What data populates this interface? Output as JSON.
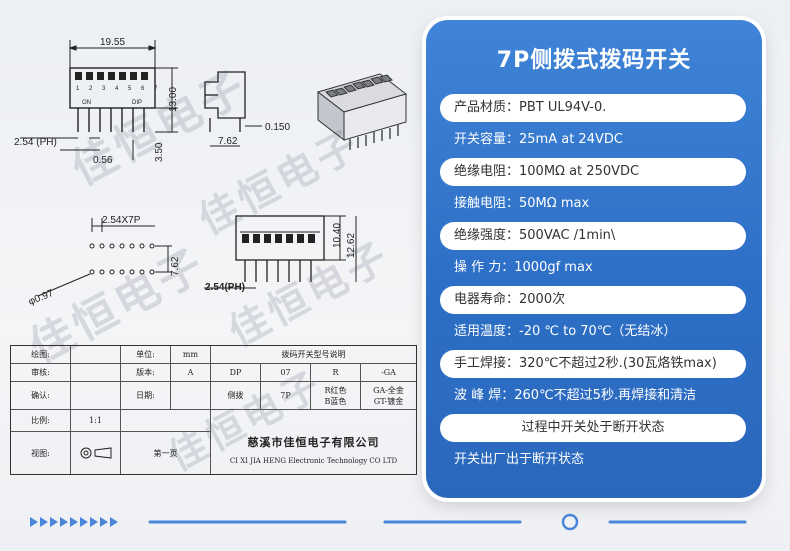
{
  "card": {
    "title": "7P侧拨式拨码开关",
    "rows": [
      {
        "text": "产品材质：PBT UL94V-0.",
        "style": "white"
      },
      {
        "text": "开关容量：25mA at 24VDC",
        "style": "blue"
      },
      {
        "text": "绝缘电阻：100MΩ at 250VDC",
        "style": "white"
      },
      {
        "text": "接触电阻：50MΩ max",
        "style": "blue"
      },
      {
        "text": "绝缘强度：500VAC /1min\\",
        "style": "white"
      },
      {
        "text": "操 作 力：1000gf max",
        "style": "blue"
      },
      {
        "text": "电器寿命：2000次",
        "style": "white"
      },
      {
        "text": "适用温度：-20 ℃ to 70℃（无结冰）",
        "style": "blue"
      },
      {
        "text": "手工焊接：320℃不超过2秒.(30瓦烙铁max)",
        "style": "white"
      },
      {
        "text": "波 峰 焊：260℃不超过5秒.再焊接和清洁",
        "style": "blue"
      },
      {
        "text": "过程中开关处于断开状态",
        "style": "white-center"
      },
      {
        "text": "开关出厂出于断开状态",
        "style": "blue"
      }
    ],
    "colors": {
      "card": "#3478cc",
      "row_bg": "#ffffff"
    }
  },
  "watermark": "佳恒电子",
  "drawing": {
    "width_label": "19.55",
    "height_label": "13.00",
    "ph_label": "2.54 (PH)",
    "pin_w_label": "0.56",
    "standoff_label": "3.50",
    "side_w_label": "7.62",
    "side_t_label": "0.150",
    "pitch_label": "2.54X7P",
    "hole_label": "φ0.97",
    "row_spacing_label": "7.62",
    "ph2_label": "2.54(PH)",
    "h1_label": "10.40",
    "h2_label": "12.62",
    "on_label": "ON",
    "dip_label": "DIP",
    "pin_numbers": "1 2 3 4 5 6 7"
  },
  "title_block": {
    "drawing_label": "绘图:",
    "unit_label": "单位:",
    "unit_value": "mm",
    "model_desc": "拨码开关型号说明",
    "review_label": "审核:",
    "version_label": "版本:",
    "version_value": "A",
    "code_dp": "DP",
    "code_07": "07",
    "code_r": "R",
    "code_ga": "-GA",
    "confirm_label": "确认:",
    "date_label": "日期:",
    "type_value": "侧拨",
    "pins_value": "7P",
    "color_value": "R红色\nB蓝色",
    "plating_value": "GA-全金\nGT-镀金",
    "scale_label": "比例:",
    "scale_value": "1:1",
    "company_cn": "慈溪市佳恒电子有限公司",
    "view_label": "视图:",
    "page_label": "第一页",
    "company_en": "CI XI JIA HENG Electronic Technology CO LTD"
  }
}
